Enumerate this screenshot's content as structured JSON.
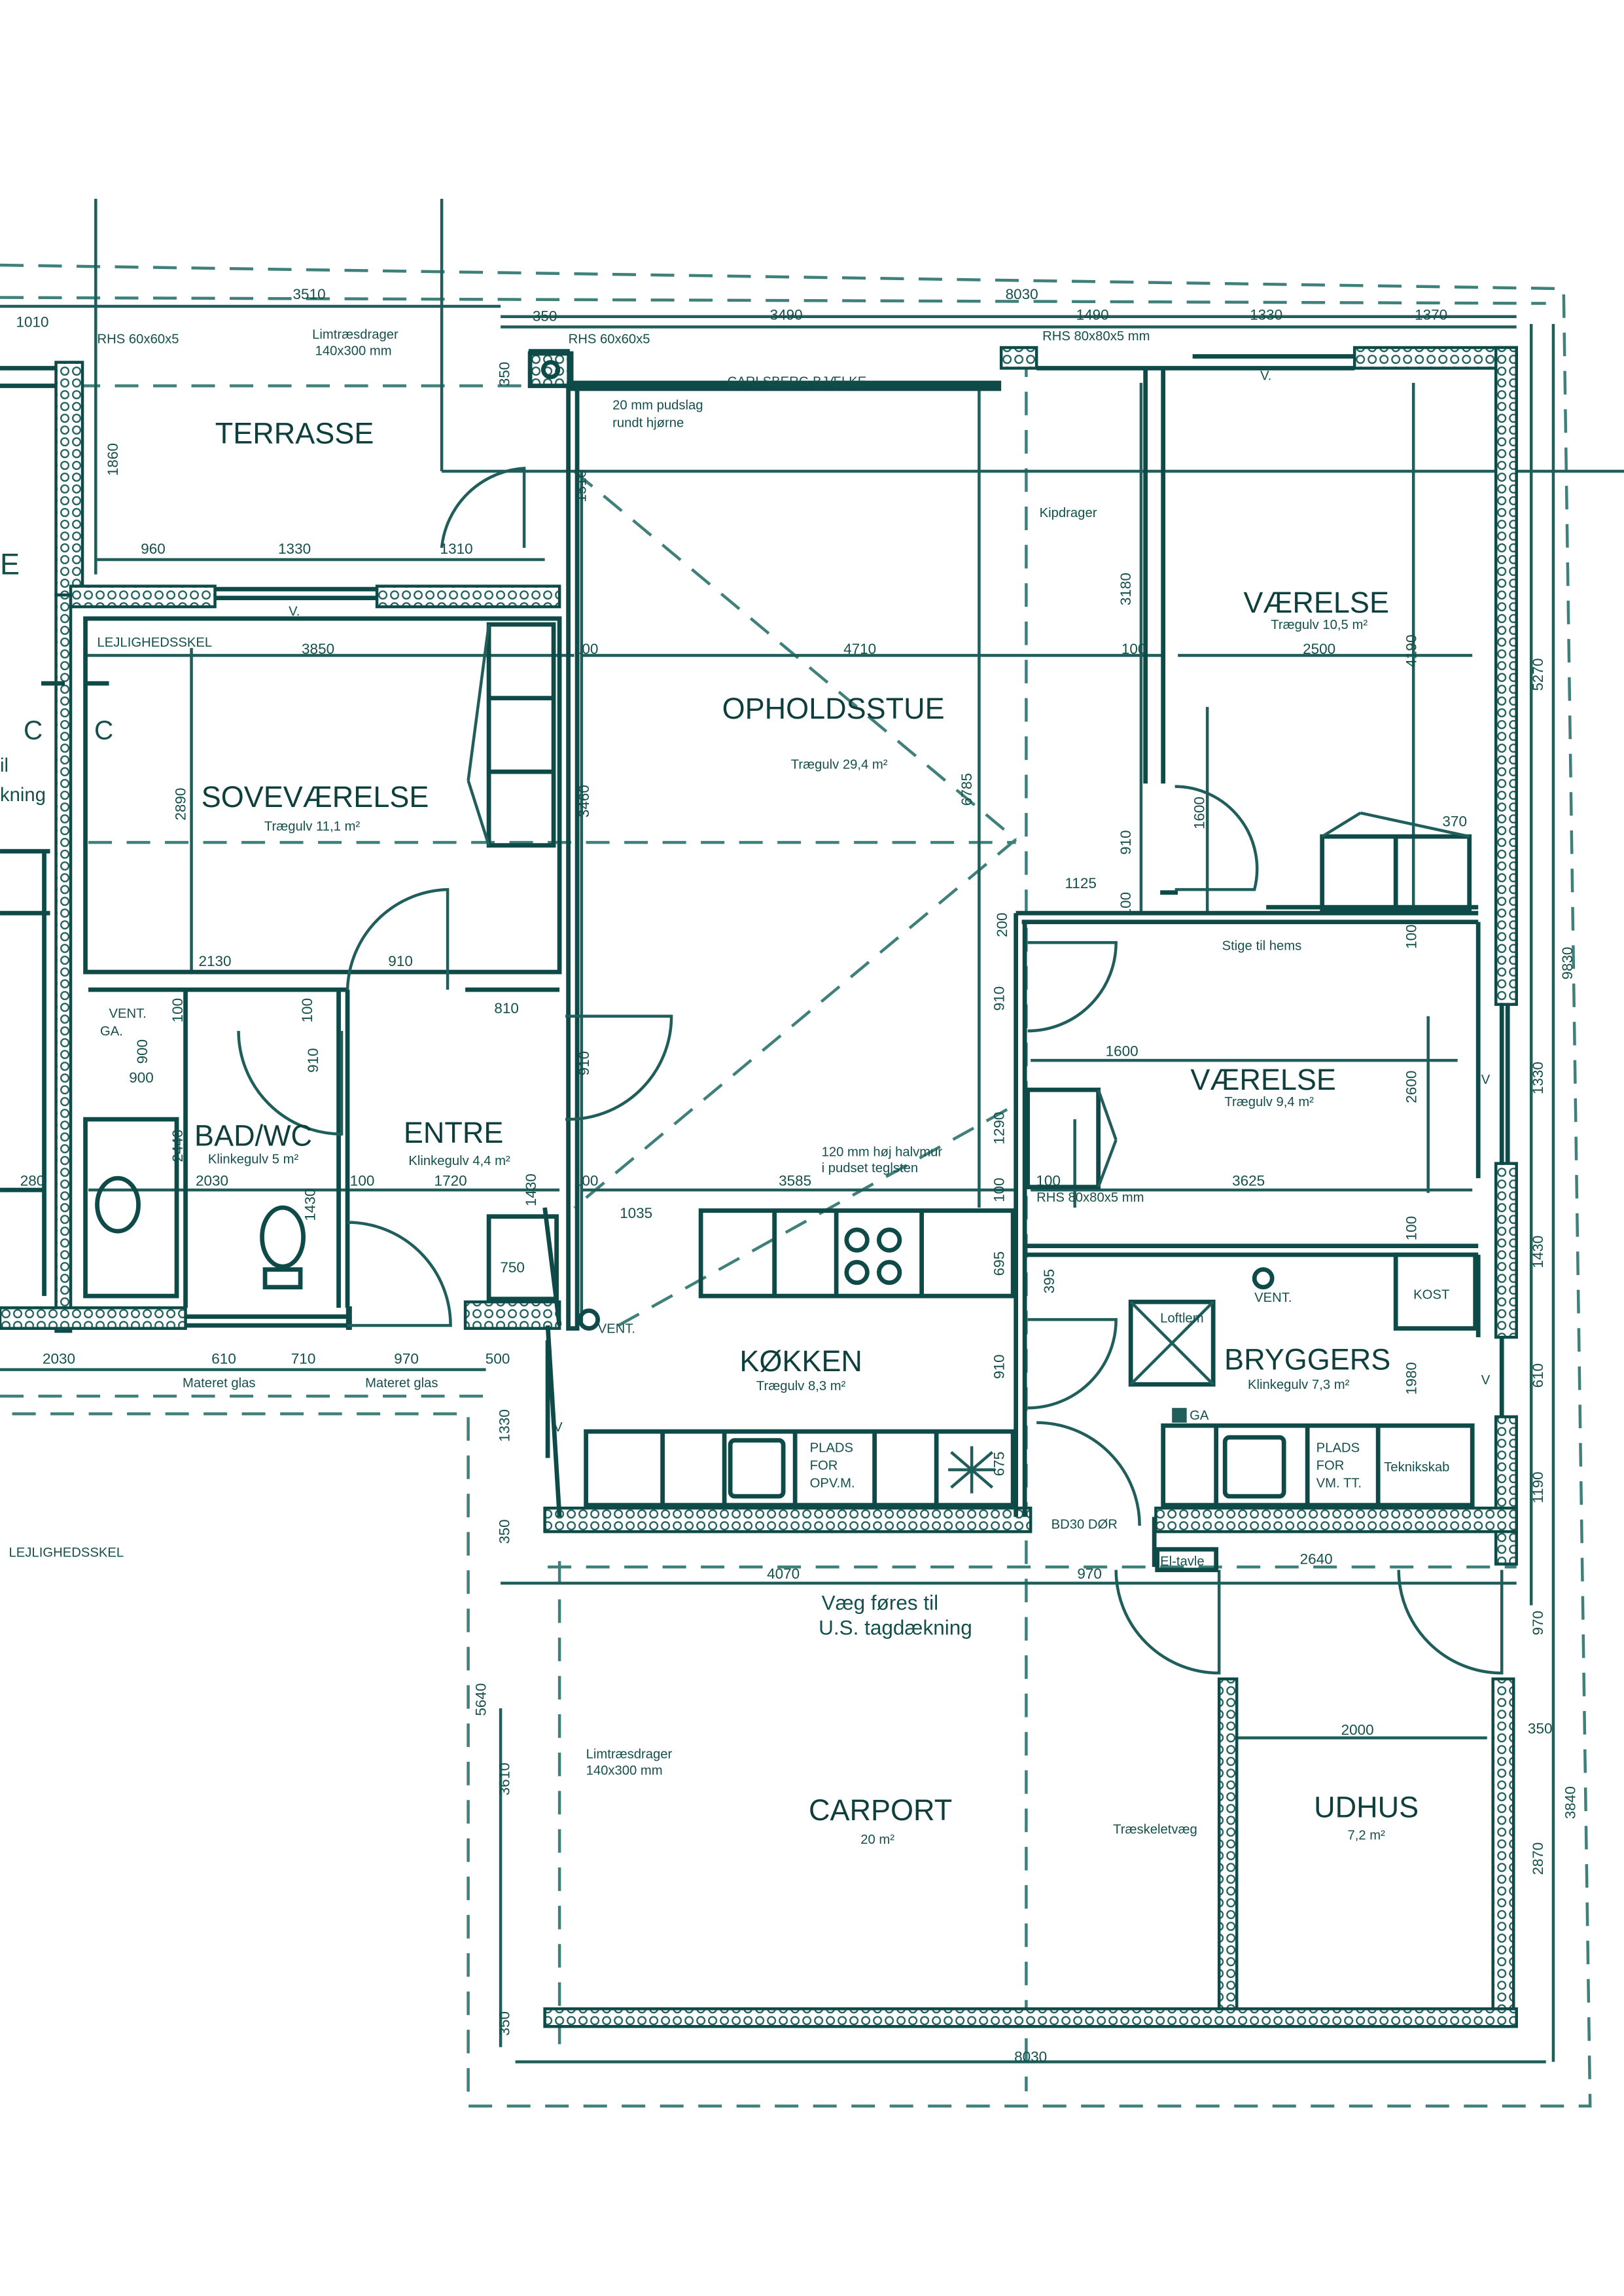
{
  "colors": {
    "ink": "#0d4a48",
    "line": "#1f5e5a",
    "paper": "#ffffff"
  },
  "rooms": {
    "terrasse": {
      "name": "TERRASSE"
    },
    "sovevaerelse": {
      "name": "SOVEVÆRELSE",
      "floor": "Trægulv 11,1 m²"
    },
    "opholdsstue": {
      "name": "OPHOLDSSTUE",
      "floor": "Trægulv 29,4 m²"
    },
    "vaerelse1": {
      "name": "VÆRELSE",
      "floor": "Trægulv 10,5 m²"
    },
    "vaerelse2": {
      "name": "VÆRELSE",
      "floor": "Trægulv 9,4 m²"
    },
    "bad": {
      "name": "BAD/WC",
      "floor": "Klinkegulv 5 m²"
    },
    "entre": {
      "name": "ENTRE",
      "floor": "Klinkegulv 4,4 m²"
    },
    "kokken": {
      "name": "KØKKEN",
      "floor": "Trægulv 8,3 m²"
    },
    "bryggers": {
      "name": "BRYGGERS",
      "floor": "Klinkegulv 7,3 m²"
    },
    "carport": {
      "name": "CARPORT",
      "floor": "20 m²"
    },
    "udhus": {
      "name": "UDHUS",
      "floor": "7,2 m²"
    }
  },
  "notes": {
    "rhs_60_left": "RHS 60x60x5",
    "limtrae_top": "Limtræsdrager",
    "limtrae_top_size": "140x300 mm",
    "rhs_60_mid": "RHS 60x60x5",
    "carlsberg": "CARLSBERG BJÆLKE",
    "rhs_80_top": "RHS 80x80x5 mm",
    "pudslag_1": "20 mm pudslag",
    "pudslag_2": "rundt hjørne",
    "kipdrager": "Kipdrager",
    "lejlighedsskel_top": "LEJLIGHEDSSKEL",
    "lejlighedsskel_bottom": "LEJLIGHEDSSKEL",
    "stige": "Stige til hems",
    "halvmur_1": "120 mm høj halvmur",
    "halvmur_2": "i pudset teglsten",
    "rhs_80_mid": "RHS 80x80x5 mm",
    "vent_bad": "VENT.",
    "ga_bad": "GA.",
    "vent_kokken": "VENT.",
    "vent_bryggers": "VENT.",
    "kost": "KOST",
    "loftlem": "Loftlem",
    "ga_bryggers": "GA",
    "plads_opv_1": "PLADS",
    "plads_opv_2": "FOR",
    "plads_opv_3": "OPV.M.",
    "plads_vm_1": "PLADS",
    "plads_vm_2": "FOR",
    "plads_vm_3": "VM. TT.",
    "teknikskab": "Teknikskab",
    "bd30": "BD30 DØR",
    "eltavle": "El-tavle",
    "vaeg_1": "Væg føres til",
    "vaeg_2": "U.S. tagdækning",
    "limtrae_carport": "Limtræsdrager",
    "limtrae_carport_size": "140x300 mm",
    "traeskelet": "Træskeletvæg",
    "materet_1": "Materet glas",
    "materet_2": "Materet glas",
    "left_c1": "C",
    "left_c2": "C",
    "left_il": "il",
    "left_kning": "kning",
    "left_e": "E",
    "v_terrasse": "V.",
    "v_vaer1": "V.",
    "v_vaer2": "V",
    "v_bryg": "V",
    "v_kok": "V"
  },
  "dims": {
    "d3510": "3510",
    "d8030_top": "8030",
    "d1010": "1010",
    "d350_top": "350",
    "d3490": "3490",
    "d1490": "1490",
    "d1330_top": "1330",
    "d1370": "1370",
    "d1860": "1860",
    "d960": "960",
    "d1330_ter": "1330",
    "d1310": "1310",
    "d1510": "1510",
    "d3850": "3850",
    "d100_a": "100",
    "d4710": "4710",
    "d100_b": "100",
    "d2500": "2500",
    "d3180": "3180",
    "d4190": "4190",
    "d5270": "5270",
    "d9830": "9830",
    "d2890": "2890",
    "d3460": "3460",
    "d6785": "6785",
    "d1600_v": "1600",
    "d910_a": "910",
    "d370": "370",
    "d1125": "1125",
    "d100_c": "100",
    "d200": "200",
    "d100_d": "100",
    "d2130": "2130",
    "d910_b": "910",
    "d810": "810",
    "d100_e": "100",
    "d100_f": "100",
    "d900_a": "900",
    "d900_b": "900",
    "d910_c": "910",
    "d910_d": "910",
    "d910_e": "910",
    "d1600_h": "1600",
    "d2600": "2600",
    "d1330_r": "1330",
    "d2440": "2440",
    "d280": "280",
    "d2030_a": "2030",
    "d100_g": "100",
    "d1720": "1720",
    "d1430_a": "1430",
    "d100_h": "100",
    "d3585": "3585",
    "d1290": "1290",
    "d100_i": "100",
    "d3625": "3625",
    "d1430_b": "1430",
    "d1430_r": "1430",
    "d100_j": "100",
    "d1035": "1035",
    "d695": "695",
    "d750": "750",
    "d395": "395",
    "d2030_b": "2030",
    "d610_a": "610",
    "d710": "710",
    "d970_a": "970",
    "d500": "500",
    "d910_f": "910",
    "d1980": "1980",
    "d610_r": "610",
    "d1330_b": "1330",
    "d675": "675",
    "d1190": "1190",
    "d350_l": "350",
    "d4070": "4070",
    "d970_b": "970",
    "d2640": "2640",
    "d970_r": "970",
    "d5640": "5640",
    "d3610": "3610",
    "d2000": "2000",
    "d350_r": "350",
    "d3840": "3840",
    "d2870": "2870",
    "d350_bl": "350",
    "d8030_bottom": "8030"
  }
}
